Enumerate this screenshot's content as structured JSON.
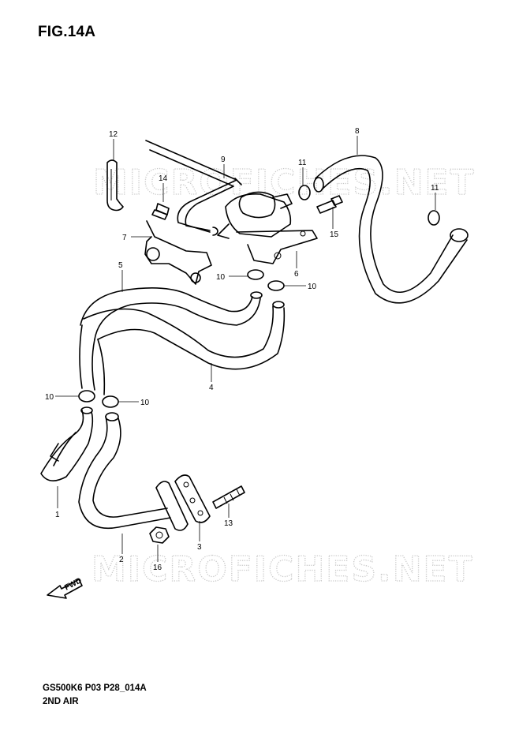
{
  "figure": {
    "title": "FIG.14A",
    "code": "GS500K6 P03 P28_014A",
    "name": "2ND AIR"
  },
  "watermark": "MICROFICHES.NET",
  "direction_label": "FWD",
  "callouts": [
    {
      "id": "c12",
      "label": "12"
    },
    {
      "id": "c14",
      "label": "14"
    },
    {
      "id": "c9",
      "label": "9"
    },
    {
      "id": "c8",
      "label": "8"
    },
    {
      "id": "c11a",
      "label": "11"
    },
    {
      "id": "c11b",
      "label": "11"
    },
    {
      "id": "c7",
      "label": "7"
    },
    {
      "id": "c15",
      "label": "15"
    },
    {
      "id": "c6",
      "label": "6"
    },
    {
      "id": "c5",
      "label": "5"
    },
    {
      "id": "c10a",
      "label": "10"
    },
    {
      "id": "c10b",
      "label": "10"
    },
    {
      "id": "c10c",
      "label": "10"
    },
    {
      "id": "c10d",
      "label": "10"
    },
    {
      "id": "c4",
      "label": "4"
    },
    {
      "id": "c1",
      "label": "1"
    },
    {
      "id": "c13",
      "label": "13"
    },
    {
      "id": "c3",
      "label": "3"
    },
    {
      "id": "c2",
      "label": "2"
    },
    {
      "id": "c16",
      "label": "16"
    }
  ]
}
